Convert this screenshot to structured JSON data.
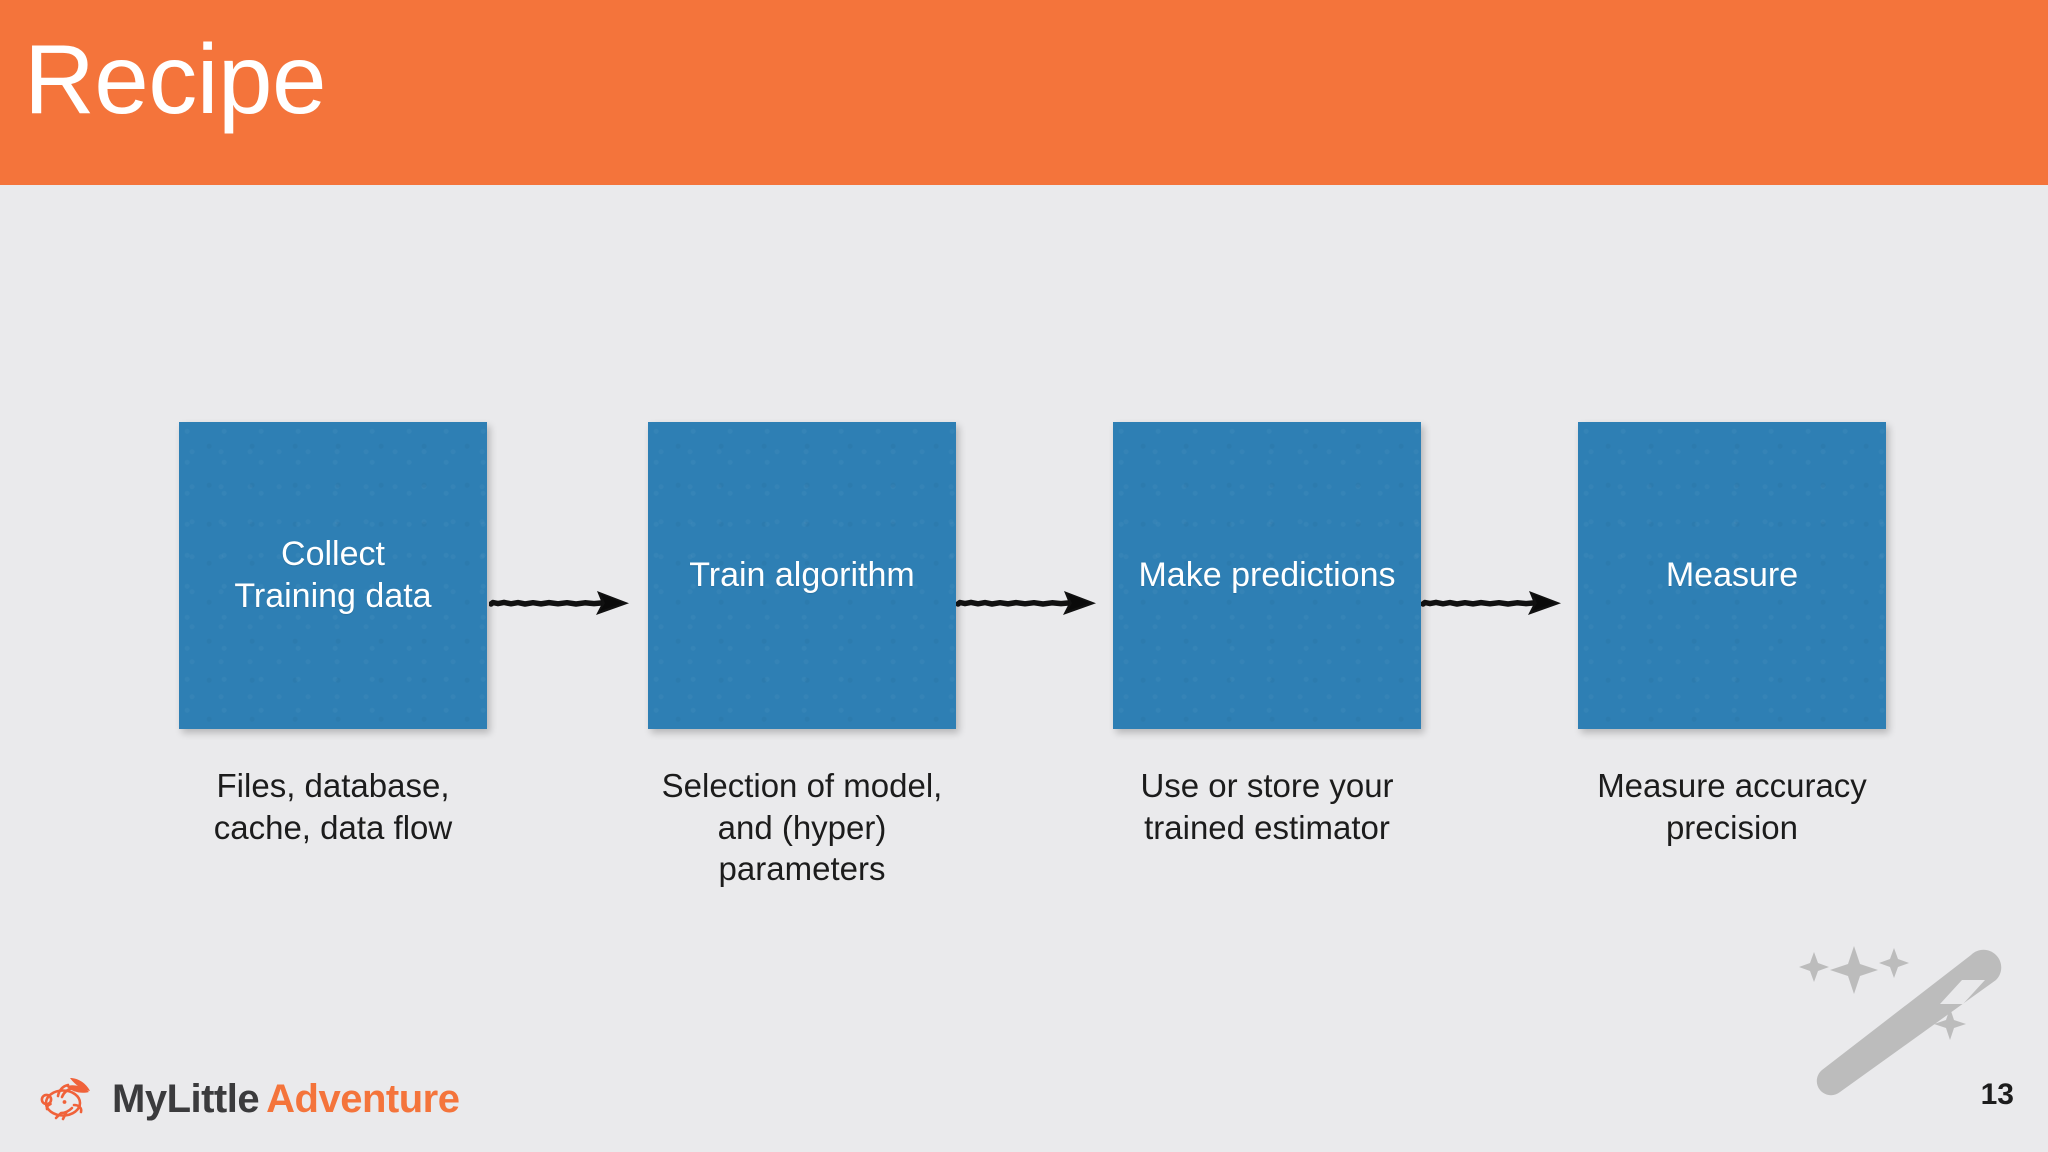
{
  "slide": {
    "title": "Recipe",
    "page_number": "13",
    "header_color": "#f4743b",
    "background_color": "#eaeaec",
    "box_color": "#2e7fb4",
    "title_color": "#ffffff"
  },
  "flow": {
    "steps": [
      {
        "label": "Collect\nTraining data",
        "caption": "Files, database,\ncache, data flow"
      },
      {
        "label": "Train algorithm",
        "caption": "Selection of model,\nand (hyper) parameters"
      },
      {
        "label": "Make predictions",
        "caption": "Use or store your\ntrained estimator"
      },
      {
        "label": "Measure",
        "caption": "Measure accuracy\nprecision"
      }
    ],
    "arrows": [
      {
        "name": "arrow-collect-to-train"
      },
      {
        "name": "arrow-train-to-predict"
      },
      {
        "name": "arrow-predict-to-measure"
      }
    ]
  },
  "footer": {
    "logo": {
      "primary_text": "MyLittle",
      "accent_text": "Adventure",
      "primary_color": "#3b3b3d",
      "accent_color": "#f4743b",
      "icon": "winged-rabbit-icon"
    },
    "decoration": {
      "icon": "magic-wand-icon",
      "color": "#b8b8b8"
    }
  }
}
